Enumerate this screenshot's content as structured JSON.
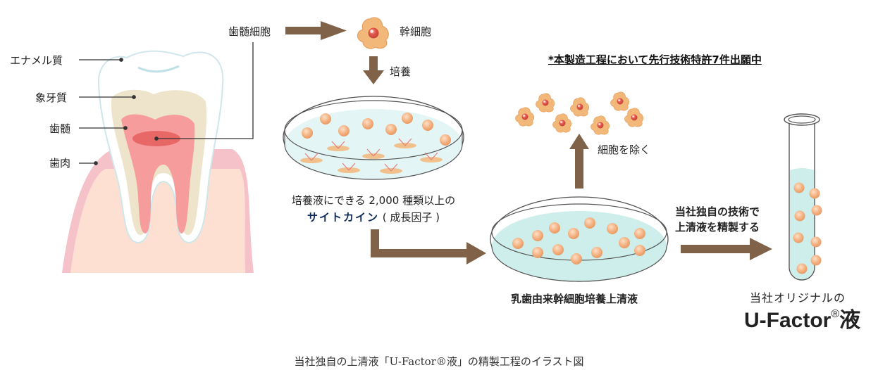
{
  "tooth": {
    "labels": {
      "enamel": "エナメル質",
      "dentin": "象牙質",
      "pulp": "歯髄",
      "gum": "歯肉"
    }
  },
  "flow": {
    "pulp_cells": "歯髄細胞",
    "stem_cells": "幹細胞",
    "culture": "培養",
    "cytokine_line1": "培養液にできる 2,000 種類以上の",
    "cytokine_bold": "サイトカイン",
    "cytokine_paren": " ( 成長因子 )",
    "remove_cells": "細胞を除く",
    "supernatant": "乳歯由来幹細胞培養上清液",
    "refine_line1": "当社独自の技術で",
    "refine_line2": "上清液を精製する",
    "patent_note": "*本製造工程において先行技術特許7件出願中",
    "product_sub": "当社オリジナルの",
    "product_name": "U-Factor",
    "product_reg": "®",
    "product_suffix": "液"
  },
  "caption": "当社独自の上清液「U-Factor®液」の精製工程のイラスト図",
  "colors": {
    "arrow": "#7f6248",
    "cell": "#f2b87a",
    "nucleus": "#e0554a",
    "liquid": "#cdeeea",
    "sphere": "#f4b283"
  }
}
